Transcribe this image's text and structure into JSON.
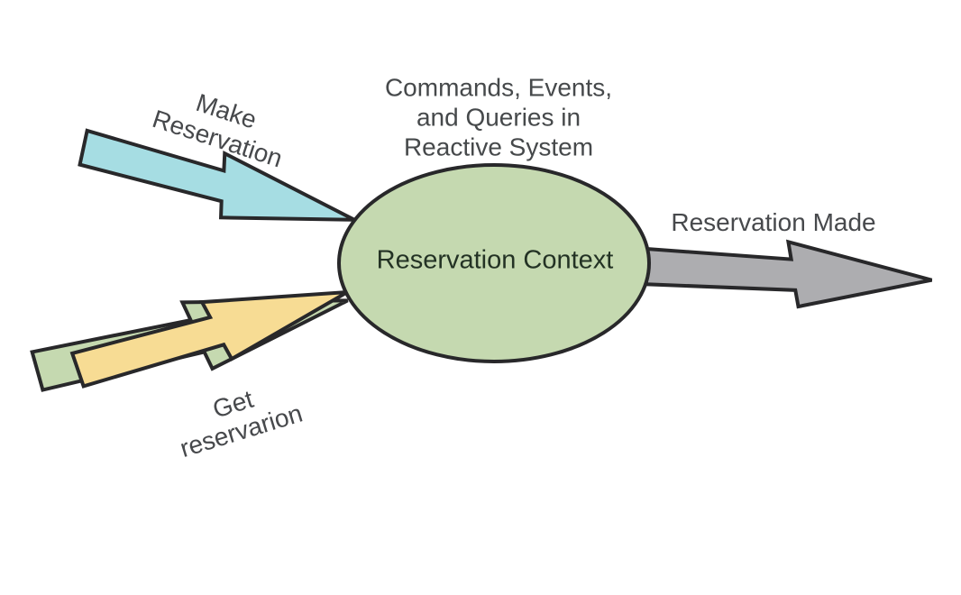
{
  "diagram": {
    "title": "Commands, Events,\nand Queries in\nReactive System",
    "context_node": {
      "label": "Reservation Context"
    },
    "arrows": {
      "make_reservation": {
        "label": "Make\nReservation",
        "direction": "into-context-from-top-left"
      },
      "get_reservation": {
        "label": "Get\nreservarion",
        "direction": "into-context-from-bottom-left"
      },
      "reservation_made": {
        "label": "Reservation Made",
        "direction": "out-of-context-to-right"
      }
    },
    "colors": {
      "command_arrow": "#a6dde3",
      "query_arrow": "#f7dc94",
      "query_arrow_back": "#c5d9b0",
      "event_arrow": "#adadb0",
      "context_fill": "#c5d9b0",
      "outline": "#28282a",
      "title_text": "#46494b",
      "label_text": "#47494c",
      "context_text": "#233224",
      "background": "#ffffff"
    }
  }
}
